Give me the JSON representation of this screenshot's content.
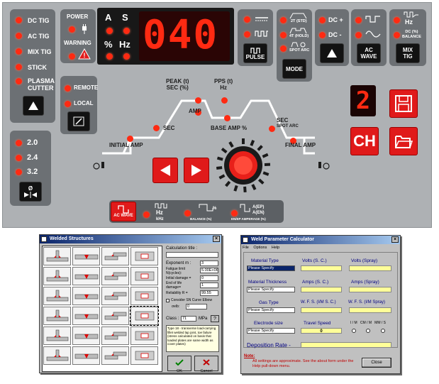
{
  "panel": {
    "process": {
      "items": [
        "DC TIG",
        "AC TIG",
        "MIX TIG",
        "STICK",
        "PLASMA\nCUTTER"
      ]
    },
    "status": {
      "power": "POWER",
      "warning": "WARNING"
    },
    "display": {
      "units": [
        "A",
        "S",
        "%",
        "Hz"
      ],
      "value": "040"
    },
    "pulse": {
      "label": "PULSE"
    },
    "mode": {
      "items": [
        "2T (STD)",
        "4T (HOLD)",
        "SPOT ARC"
      ],
      "button": "MODE"
    },
    "polarity": {
      "items": [
        "DC +",
        "DC -"
      ]
    },
    "acwave": {
      "button": "AC\nWAVE"
    },
    "mixtig": {
      "items": [
        "Hz",
        "DC (%)\nBALANCE"
      ],
      "button": "MIX\nTIG"
    },
    "remote": {
      "items": [
        "REMOTE",
        "LOCAL"
      ]
    },
    "curve": {
      "labels": {
        "peak": "PEAK (t)\nSEC (%)",
        "pps": "PPS (t)\nHz",
        "amp": "AMP",
        "base": "BASE AMP %",
        "sec_left": "SEC",
        "sec_right": "SEC",
        "spot": "SPOT ARC",
        "initial": "INITIAL AMP",
        "final": "FINAL AMP"
      }
    },
    "electrode": {
      "items": [
        "2.0",
        "2.4",
        "3.2"
      ],
      "symbol": "Ø"
    },
    "memory": {
      "digit": "2",
      "ch": "CH"
    },
    "bottom_tabs": [
      {
        "label": "AC WAVE"
      },
      {
        "label": "Hz",
        "sub": "kHz"
      },
      {
        "label": "%",
        "sub": "BALANCE (%)"
      },
      {
        "label": "A(EP)",
        "label2": "A(EN)",
        "sub": "EN/EP AMPERAGE (%)"
      }
    ]
  },
  "structures": {
    "title": "Welded Structures",
    "calc_title_label": "Calculation title :",
    "fields": [
      {
        "label": "Exponent m :",
        "value": "3"
      },
      {
        "label": "Fatigue limit\nN(cycles):",
        "value": "5.00E+06"
      },
      {
        "label": "Initial damage =",
        "value": "0"
      },
      {
        "label": "End of life\ndamage=",
        "value": "1"
      },
      {
        "label": "Reliability R =",
        "value": "99.55"
      }
    ],
    "consider": "Consider SN Curve Elbow",
    "elb_label": "σelb:",
    "elb_value": "0",
    "class_label": "Class :",
    "class_value": "71",
    "class_unit": "MPa",
    "description": "Type 18 - transverse load-carrying fillet welded lap joint, toe failure (stress calculated on basis that loaded plates are same width as cover plates)",
    "ok": "OK",
    "cancel": "Cancel"
  },
  "calculator": {
    "title": "Weld Parameter Calculator",
    "menu": [
      "File",
      "Options",
      "Help"
    ],
    "rows": [
      {
        "label": "Material Type",
        "select": "Please Specify"
      },
      {
        "label": "Material Thickness",
        "select": "Please Specify"
      },
      {
        "label": "Gas Type",
        "select": "Please Specify"
      },
      {
        "label": "Electrode size",
        "select": "Please Specify"
      }
    ],
    "outputs": [
      [
        "Volts (S. C.)",
        "Volts (Spray)"
      ],
      [
        "Amps (S. C.)",
        "Amps (Spray)"
      ],
      [
        "W. F. S. (I/M S. C.)",
        "W. F. S. (I/M Spray)"
      ]
    ],
    "travel_label": "Travel Speed",
    "travel_value": "0",
    "units": "I / M   CM / M   MM / S",
    "deposition_label": "Deposition Rate -",
    "note_label": "Note:",
    "note_text": "All settings are approximate. See the about form under the Help pull-down menu.",
    "close": "Close"
  }
}
